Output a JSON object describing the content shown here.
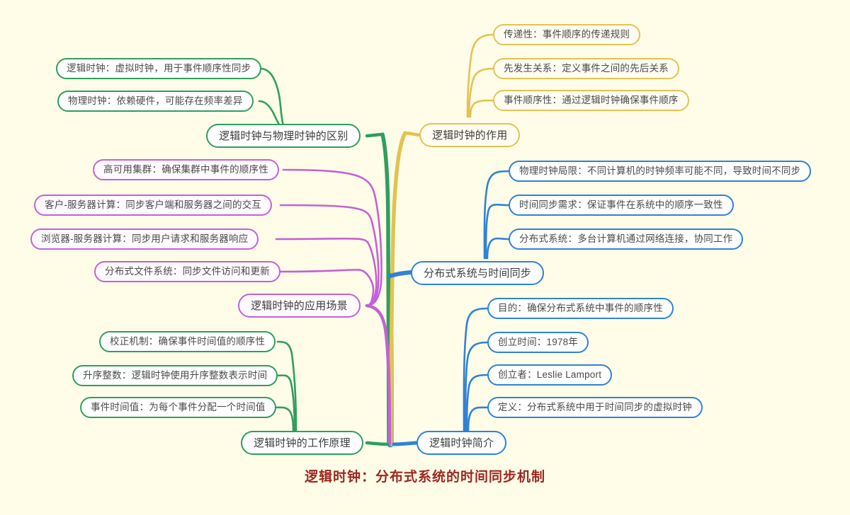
{
  "meta": {
    "background_color": "#fffde8",
    "root_title_color": "#9c2720",
    "colors": {
      "green": "#2f9e5e",
      "yellow": "#e3c254",
      "purple": "#c262d6",
      "blue": "#2f82d6"
    }
  },
  "root": {
    "title": "逻辑时钟：分布式系统的时间同步机制"
  },
  "branches": [
    {
      "id": "difference",
      "label": "逻辑时钟与物理时钟的区别",
      "color": "green",
      "children": [
        {
          "label": "逻辑时钟：虚拟时钟，用于事件顺序性同步"
        },
        {
          "label": "物理时钟：依赖硬件，可能存在频率差异"
        }
      ]
    },
    {
      "id": "role",
      "label": "逻辑时钟的作用",
      "color": "yellow",
      "children": [
        {
          "label": "传递性：事件顺序的传递规则"
        },
        {
          "label": "先发生关系：定义事件之间的先后关系"
        },
        {
          "label": "事件顺序性：通过逻辑时钟确保事件顺序"
        }
      ]
    },
    {
      "id": "applications",
      "label": "逻辑时钟的应用场景",
      "color": "purple",
      "children": [
        {
          "label": "高可用集群：确保集群中事件的顺序性"
        },
        {
          "label": "客户-服务器计算：同步客户端和服务器之间的交互"
        },
        {
          "label": "浏览器-服务器计算：同步用户请求和服务器响应"
        },
        {
          "label": "分布式文件系统：同步文件访问和更新"
        }
      ]
    },
    {
      "id": "distributed",
      "label": "分布式系统与时间同步",
      "color": "blue",
      "children": [
        {
          "label": "物理时钟局限：不同计算机的时钟频率可能不同，导致时间不同步"
        },
        {
          "label": "时间同步需求：保证事件在系统中的顺序一致性"
        },
        {
          "label": "分布式系统：多台计算机通过网络连接，协同工作"
        }
      ]
    },
    {
      "id": "principle",
      "label": "逻辑时钟的工作原理",
      "color": "green",
      "children": [
        {
          "label": "校正机制：确保事件时间值的顺序性"
        },
        {
          "label": "升序整数：逻辑时钟使用升序整数表示时间"
        },
        {
          "label": "事件时间值：为每个事件分配一个时间值"
        }
      ]
    },
    {
      "id": "intro",
      "label": "逻辑时钟简介",
      "color": "blue",
      "children": [
        {
          "label": "目的：确保分布式系统中事件的顺序性"
        },
        {
          "label": "创立时间：1978年"
        },
        {
          "label": "创立者：Leslie Lamport"
        },
        {
          "label": "定义：分布式系统中用于时间同步的虚拟时钟"
        }
      ]
    }
  ]
}
